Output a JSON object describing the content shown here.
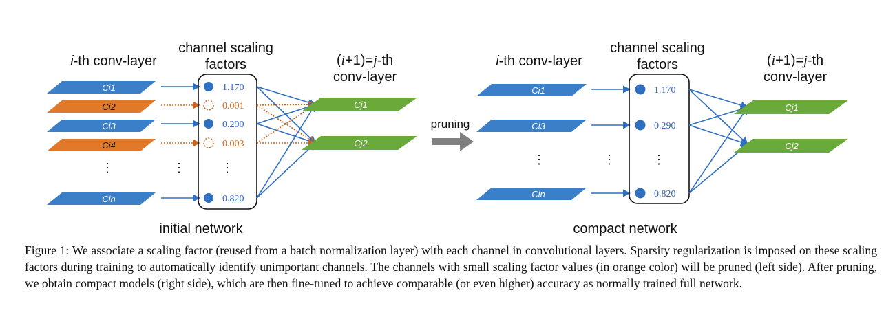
{
  "left_panel": {
    "input_layer_label_italic": "i",
    "input_layer_label_rest": "-th conv-layer",
    "scaling_label_line1": "channel scaling",
    "scaling_label_line2": "factors",
    "output_label_line1_a": "(",
    "output_label_line1_i": "i",
    "output_label_line1_b": "+1)=",
    "output_label_line1_j": "j",
    "output_label_line1_c": "-th",
    "output_label_line2": "conv-layer",
    "input_channels": [
      "Ci1",
      "Ci2",
      "Ci3",
      "Ci4",
      "Cin"
    ],
    "scaling_values": [
      "1.170",
      "0.001",
      "0.290",
      "0.003",
      "0.820"
    ],
    "output_channels": [
      "Cj1",
      "Cj2"
    ],
    "ellipsis": "⋮",
    "network_label": "initial network"
  },
  "arrow_label": "pruning",
  "right_panel": {
    "input_layer_label_italic": "i",
    "input_layer_label_rest": "-th conv-layer",
    "scaling_label_line1": "channel scaling",
    "scaling_label_line2": "factors",
    "output_label_line1_a": "(",
    "output_label_line1_i": "i",
    "output_label_line1_b": "+1)=",
    "output_label_line1_j": "j",
    "output_label_line1_c": "-th",
    "output_label_line2": "conv-layer",
    "input_channels": [
      "Ci1",
      "Ci3",
      "Cin"
    ],
    "scaling_values": [
      "1.170",
      "0.290",
      "0.820"
    ],
    "output_channels": [
      "Cj1",
      "Cj2"
    ],
    "ellipsis": "⋮",
    "network_label": "compact network"
  },
  "caption": "Figure 1: We associate a scaling factor (reused from a batch normalization layer) with each channel in convolutional layers. Sparsity regularization is imposed on these scaling factors during training to automatically identify unimportant channels. The channels with small scaling factor values (in orange color) will be pruned (left side). After pruning, we obtain compact models (right side), which are then fine-tuned to achieve comparable (or even higher) accuracy as normally trained full network.",
  "colors": {
    "kept_channel": "#3b7fc8",
    "pruned_channel": "#e07a2a",
    "output_channel": "#6aaa3a",
    "arrow_blue": "#2f6fc0",
    "arrow_orange": "#c8641e",
    "pruning_arrow": "#808080"
  }
}
